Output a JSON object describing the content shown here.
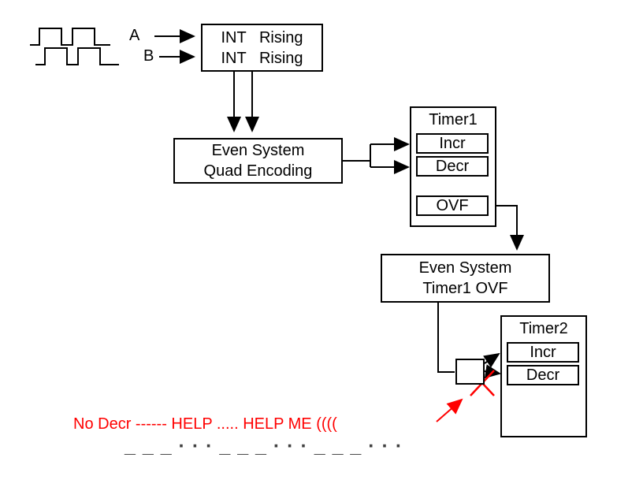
{
  "diagram": {
    "signals": {
      "a_label": "A",
      "b_label": "B"
    },
    "int_box": {
      "line1": "INT   Rising",
      "line2": "INT   Rising"
    },
    "quad_box": {
      "line1": "Even System",
      "line2": "Quad Encoding"
    },
    "timer1": {
      "title": "Timer1",
      "incr_label": "Incr",
      "decr_label": "Decr",
      "ovf_label": "OVF"
    },
    "event_box": {
      "line1": "Even System",
      "line2": "Timer1 OVF"
    },
    "timer2": {
      "title": "Timer2",
      "incr_label": "Incr",
      "decr_label": "Decr"
    },
    "annotations": {
      "error_text": "No Decr ------ HELP ..... HELP ME ((((",
      "dashed_pattern": "_ _ _ · · · _ _ _ · · · _ _ _ · · ·",
      "error_color": "#ff0000",
      "line_color": "#000000"
    }
  }
}
